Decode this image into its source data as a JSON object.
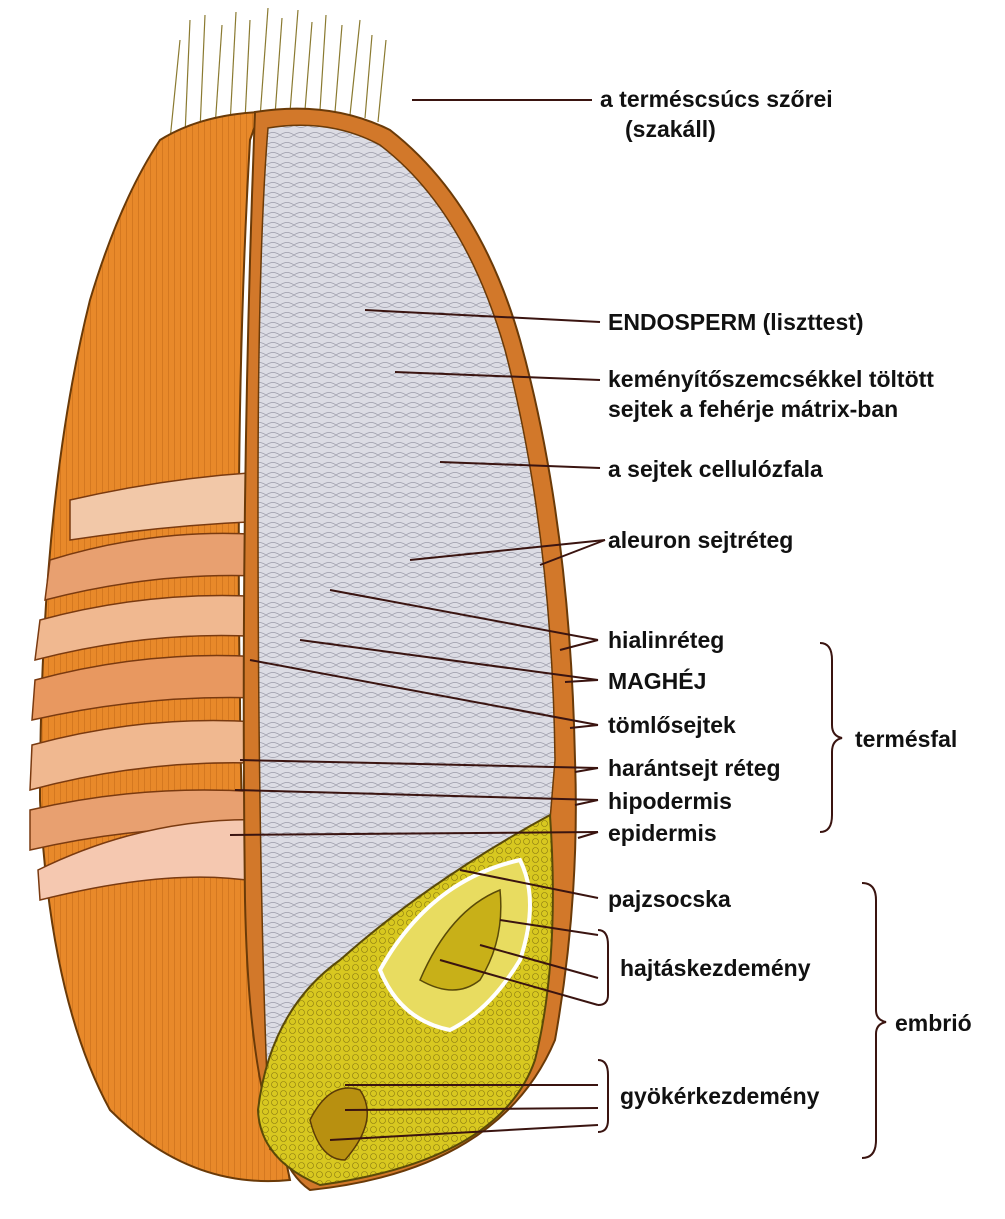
{
  "labels": {
    "hairs_line1": "a terméscsúcs szőrei",
    "hairs_line2": "(szakáll)",
    "endosperm": "ENDOSPERM (liszttest)",
    "starch_line1": "keményítőszemcsékkel töltött",
    "starch_line2": "sejtek a fehérje mátrix-ban",
    "cellwall": "a sejtek cellulózfala",
    "aleurone": "aleuron sejtréteg",
    "hyaline": "hialinréteg",
    "seedcoat": "MAGHÉJ",
    "tube": "tömlősejtek",
    "cross": "harántsejt réteg",
    "hypodermis": "hipodermis",
    "epidermis": "epidermis",
    "pericarp": "termésfal",
    "scutellum": "pajzsocska",
    "shoot": "hajtáskezdemény",
    "root": "gyökérkezdemény",
    "embryo": "embrió"
  },
  "colors": {
    "husk_orange": "#e8892a",
    "husk_dark": "#c76a14",
    "endosperm": "#d8d8e0",
    "embryo_yellow": "#d4c41e",
    "layer_pink": "#f0b898",
    "leader": "#3a1410"
  }
}
